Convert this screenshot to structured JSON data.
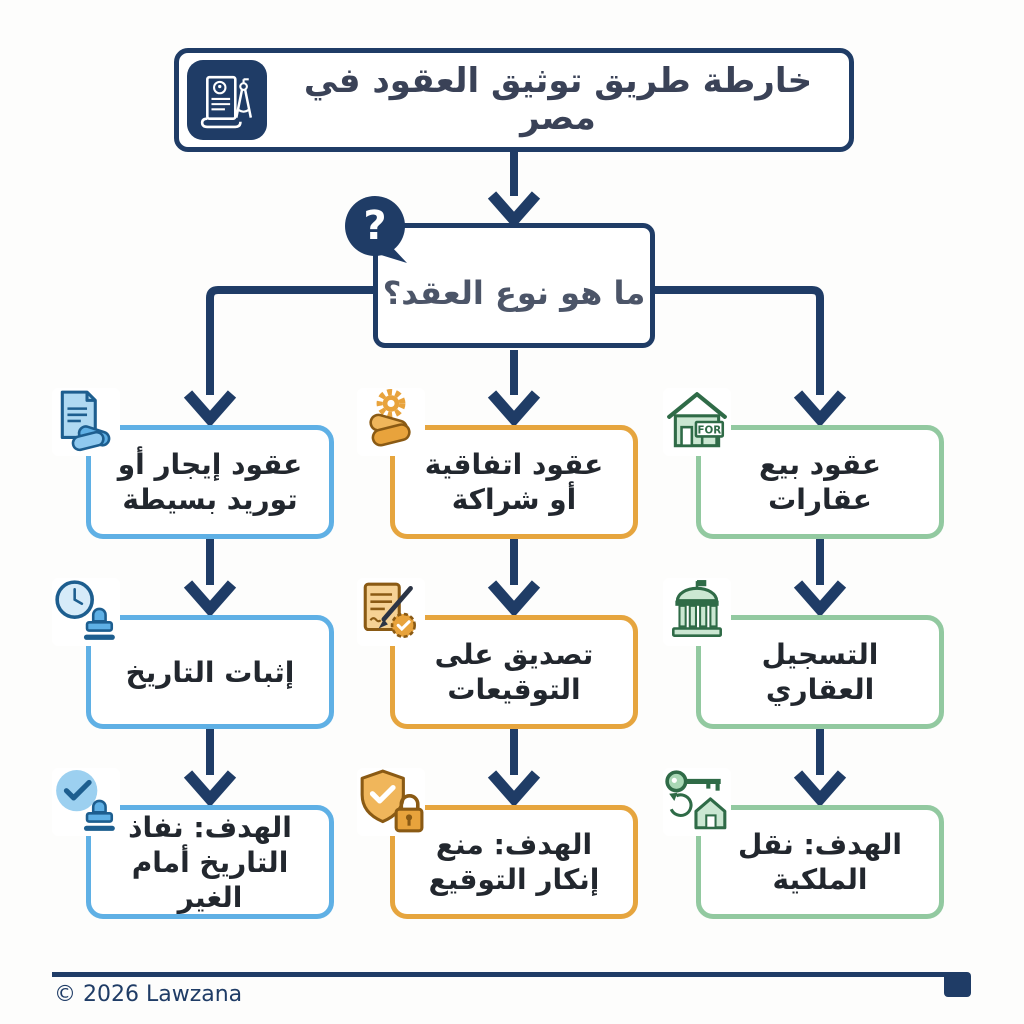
{
  "title": {
    "text": "خارطة طريق توثيق العقود في مصر",
    "icon": "scroll-compass-icon"
  },
  "question": {
    "text": "ما هو نوع العقد؟",
    "mark": "?",
    "icon": "question-bubble-icon"
  },
  "branches": [
    {
      "name": "simple-lease-supply",
      "color": "#5FB0E5",
      "steps": [
        {
          "label": "عقود إيجار أو توريد بسيطة",
          "icon": "contract-handshake-icon"
        },
        {
          "label": "إثبات التاريخ",
          "icon": "clock-stamp-icon"
        },
        {
          "label": "الهدف: نفاذ التاريخ أمام الغير",
          "icon": "verified-stamp-icon"
        }
      ]
    },
    {
      "name": "agreement-partnership",
      "color": "#E6A53E",
      "steps": [
        {
          "label": "عقود اتفاقية أو شراكة",
          "icon": "gear-handshake-icon"
        },
        {
          "label": "تصديق على التوقيعات",
          "icon": "signature-seal-icon"
        },
        {
          "label": "الهدف: منع إنكار التوقيع",
          "icon": "shield-lock-icon"
        }
      ]
    },
    {
      "name": "real-estate-sale",
      "color": "#92C9A0",
      "steps": [
        {
          "label": "عقود بيع عقارات",
          "icon": "house-for-sale-icon",
          "sign_text": "FOR"
        },
        {
          "label": "التسجيل العقاري",
          "icon": "registry-building-icon"
        },
        {
          "label": "الهدف: نقل الملكية",
          "icon": "key-house-transfer-icon"
        }
      ]
    }
  ],
  "footer": {
    "copyright": "© 2026 Lawzana"
  },
  "colors": {
    "navy": "#1F3C66",
    "title_text": "#3A4257",
    "question_text": "#4C5568",
    "box_text": "#22272E",
    "blue": "#5FB0E5",
    "orange": "#E6A53E",
    "green": "#92C9A0"
  }
}
